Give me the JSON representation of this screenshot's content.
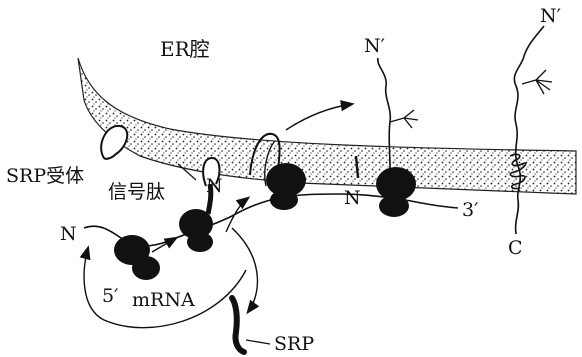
{
  "labels": {
    "er_lumen": "ER腔",
    "srp_receptor": "SRP受体",
    "signal_peptide": "信号肽",
    "n_left": "N",
    "n_middle": "N",
    "n_lower": "N",
    "n_prime_middle": "N′",
    "n_prime_right": "N′",
    "five_prime": "5′",
    "three_prime": "3′",
    "mrna": "mRNA",
    "srp": "SRP",
    "c_terminus": "C"
  },
  "colors": {
    "ink": "#111111",
    "paper": "#ffffff"
  }
}
